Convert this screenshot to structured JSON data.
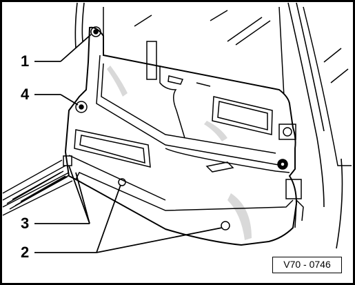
{
  "figure": {
    "callouts": {
      "c1": "1",
      "c2": "2",
      "c3": "3",
      "c4": "4"
    },
    "figure_code": "V70 - 0746"
  },
  "colors": {
    "line": "#000000",
    "background": "#ffffff",
    "shade": "#d9d9d9"
  }
}
